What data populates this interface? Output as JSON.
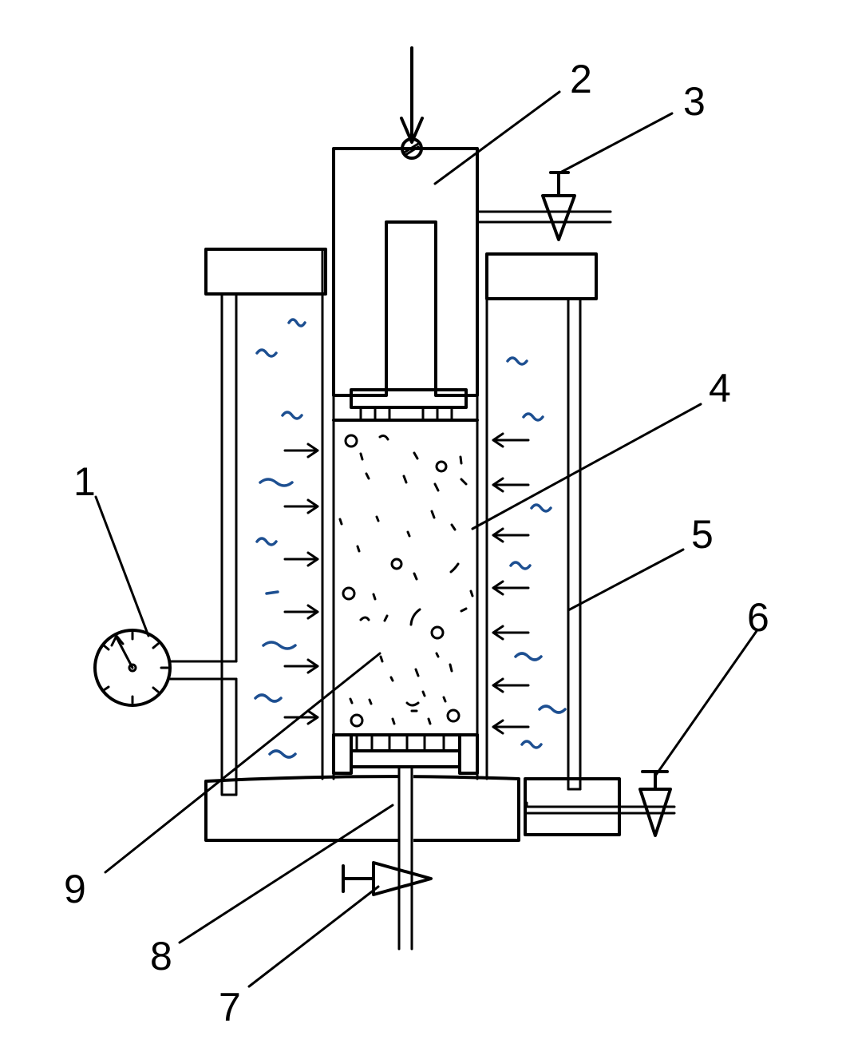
{
  "labels": {
    "l1": "1",
    "l2": "2",
    "l3": "3",
    "l4": "4",
    "l5": "5",
    "l6": "6",
    "l7": "7",
    "l8": "8",
    "l9": "9"
  },
  "colors": {
    "line": "#000000",
    "water": "#1d4f91",
    "background": "#ffffff"
  }
}
